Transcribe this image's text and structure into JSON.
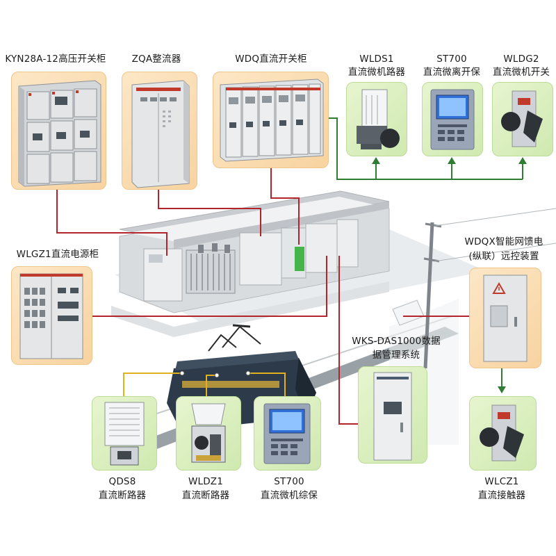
{
  "labels": {
    "kyn": "KYN28A-12高压开关柜",
    "zqa": "ZQA整流器",
    "wdq": "WDQ直流开关柜",
    "wlds1_model": "WLDS1",
    "wlds1_name": "直流微机路器",
    "st700_top_model": "ST700",
    "st700_top_name": "直流微离开保",
    "wldg2_model": "WLDG2",
    "wldg2_name": "直流微机开关",
    "wlgz1": "WLGZ1直流电源柜",
    "wdqx_line1": "WDQX智能网馈电",
    "wdqx_line2": "(纵联）远控装置",
    "wks_line1": "WKS-DAS1000数据",
    "wks_line2": "据管理系统",
    "qds8_model": "QDS8",
    "qds8_name": "直流断路器",
    "wldz1_model": "WLDZ1",
    "wldz1_name": "直流断路器",
    "st700_bot_model": "ST700",
    "st700_bot_name": "直流微机综保",
    "wlcz1_model": "WLCZ1",
    "wlcz1_name": "直流接触器"
  },
  "colors": {
    "red_line": "#b3242a",
    "green_line": "#2e7d32",
    "yellow_line": "#e2b21e",
    "peach_box": "#fbdcb0",
    "green_box": "#d9efbf"
  },
  "icons": {
    "warning": "warning-triangle-icon"
  }
}
